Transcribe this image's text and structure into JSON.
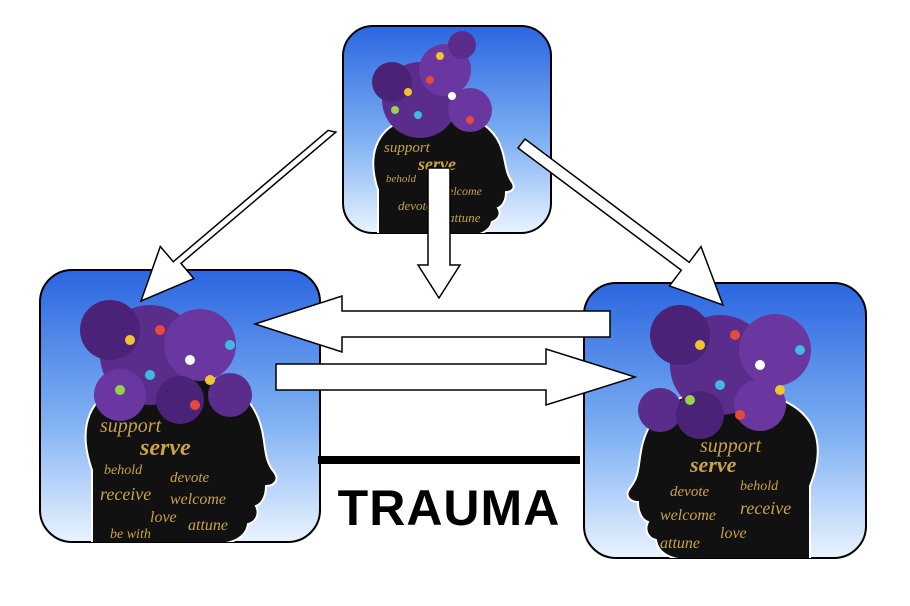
{
  "label": {
    "text": "TRAUMA"
  },
  "colors": {
    "panel_top": "#2a66e0",
    "panel_bottom": "#e9f2ff",
    "head": "#111111",
    "word_gold": "#c9a24a",
    "puzzle": "#5a2c8c",
    "arrow_fill": "#ffffff",
    "arrow_stroke": "#000000",
    "bar": "#000000"
  },
  "icons": [
    "head-silhouette-icon",
    "puzzle-pieces-icon"
  ],
  "arrows": [
    "top-to-left",
    "top-down",
    "top-to-right",
    "right-to-left",
    "left-to-right"
  ]
}
